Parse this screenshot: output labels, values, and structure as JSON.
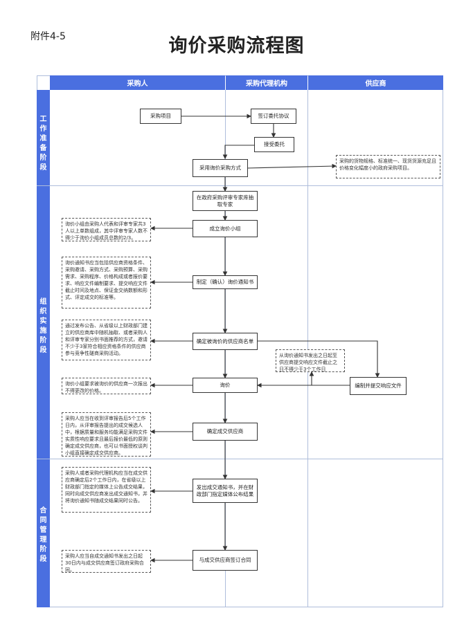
{
  "attachment": "附件4-5",
  "title": "询价采购流程图",
  "headers": {
    "buyer": "采购人",
    "agency": "采购代理机构",
    "supplier": "供应商"
  },
  "stages": [
    {
      "id": "prep",
      "label": "工作准备阶段"
    },
    {
      "id": "impl",
      "label": "组织实施阶段"
    },
    {
      "id": "contract",
      "label": "合同管理阶段"
    }
  ],
  "nodes": {
    "project": "采购项目",
    "sign_agreement": "签订委托协议",
    "accept_entrust": "接受委托",
    "adopt_method": "采用询价采购方式",
    "extract_experts": "在政府采购评审专家库抽取专家",
    "form_group": "成立询价小组",
    "draft_notice": "制定（确认）询价通知书",
    "confirm_suppliers": "确定被询价的供应商名单",
    "inquiry": "询价",
    "prepare_response": "编制并提交响应文件",
    "determine_supplier": "确定成交供应商",
    "publish_notice": "发出成交通知书，并在财政部门指定媒体公布结果",
    "sign_contract": "与成交供应商签订合同"
  },
  "notes": {
    "goods_note": "采购的货物规格、标准统一、现货货源充足且价格变化幅度小的政府采购项目。",
    "group_note": "询价小组由采购人代表和评审专家共3人以上单数组成，其中评审专家人数不得少于询价小组成员总数的2/3。",
    "notice_note": "询价通知书应当包括供应商资格条件、采购邀请、采购方式、采购预算、采购需求、采购程序、价格构成或者报价要求、响应文件编制要求、提交响应文件截止时间及地点、保证金交纳数额和形式、评定成交的标准等。",
    "select_note": "通过发布公告、从省级以上财政部门建立的供应商库中随机抽取、或者采购人和评审专家分别书面推荐的方式，邀请不少于3家符合相应资格条件的供应商参与竞争性磋商采购活动。",
    "deadline_note": "从询价通知书发出之日起至供应商提交响应文件截止之日不得少于3个工作日",
    "quote_note": "询价小组要求被询价的供应商一次报出不得更改的价格。",
    "confirm_note": "采购人应当在收到评审报告后5个工作日内，从评审报告提出的成交候选人中，根据质量和服务均能满足采购文件实质性响应要求且最后报价最低的原则确定成交供应商，也可以书面授权谈判小组直接确定成交供应商。",
    "publish_note": "采购人或者采购代理机构应当在成交供应商确定后2个工作日内，在省级以上财政部门指定的媒体上公告成交结果，同时向成交供应商发出成交通知书，并将询价通知书随成交结果同时公告。",
    "contract_note": "采购人应当自成交通知书发出之日起30日内与成交供应商签订政府采购合同。"
  }
}
